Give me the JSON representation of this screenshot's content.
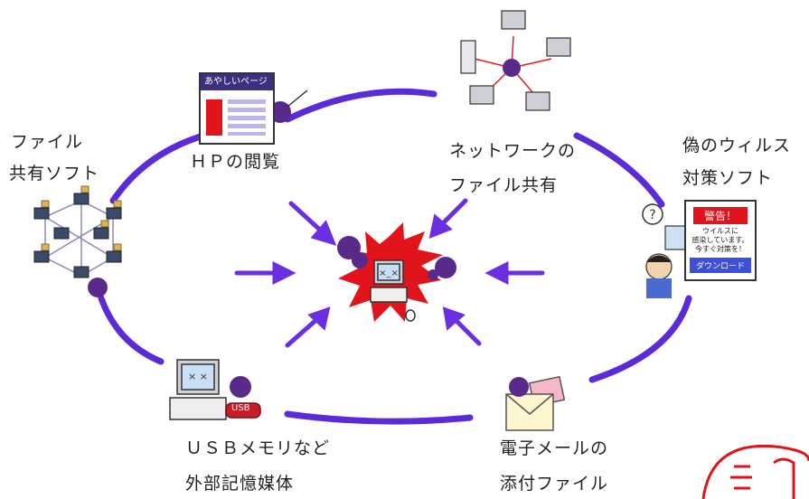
{
  "sources": {
    "file_sharing_software": {
      "line1": "ファイル",
      "line2": "共有ソフト"
    },
    "hp_browsing": {
      "label": "ＨＰの閲覧"
    },
    "network_sharing": {
      "line1": "ネットワークの",
      "line2": "ファイル共有"
    },
    "fake_antivirus": {
      "line1": "偽のウィルス",
      "line2": "対策ソフト"
    },
    "usb_memory": {
      "line1": "ＵＳＢメモリなど",
      "line2": "外部記憶媒体"
    },
    "email_attachment": {
      "line1": "電子メールの",
      "line2": "添付ファイル"
    }
  },
  "suspicious_page": {
    "title": "あやしいページ"
  },
  "fake_warning": {
    "title": "警告！",
    "message_lines": [
      "ウイルスに",
      "感染しています。",
      "今すぐ対策を！"
    ],
    "button": "ダウンロード"
  },
  "usb_tag": "USB",
  "colors": {
    "ring": "#5a2bd6",
    "arrow": "#6a2fe0",
    "virus": "#5a2a8a",
    "burst": "#e1141b"
  }
}
